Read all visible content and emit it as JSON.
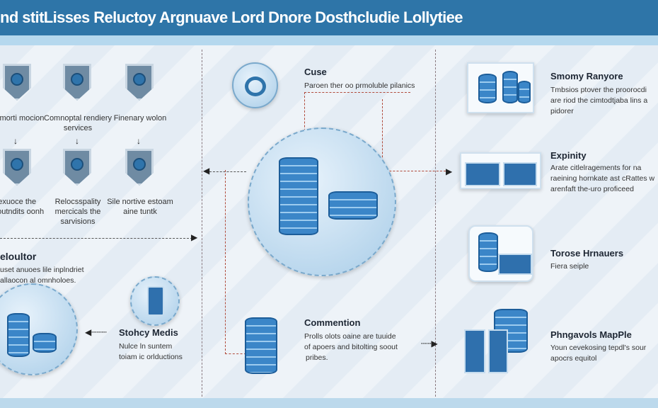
{
  "header": {
    "title": "nd stitLisses Reluctoy Argnuave Lord Dnore Dosthcludie Lollytiee"
  },
  "left": {
    "row1": [
      {
        "label": "Diltmorti mocion",
        "icon": "globe-icon"
      },
      {
        "label": "Comnoptal rendiery services",
        "icon": "network-icon"
      },
      {
        "label": "Finenary wolon",
        "icon": "leaf-icon"
      }
    ],
    "row2": [
      {
        "label": "lexuoce the pooutndits oonh",
        "icon": "machine-icon"
      },
      {
        "label": "Relocsspality mercicals the sarvisions",
        "icon": "triangle-icon"
      },
      {
        "label": "Sile nortive estoam aine tuntk",
        "icon": "device-icon"
      }
    ],
    "section": {
      "title": "eloultor",
      "text1": "uset anuoes lile inplndriet",
      "text2": "allaocon al omnholoes."
    },
    "storage": {
      "title": "Stohcy Medis",
      "text1": "Nulce ln suntem",
      "text2": "toiam ic orlductions"
    }
  },
  "center": {
    "case": {
      "title": "Cuse",
      "text": "Paroen ther oo prmoluble pilanics"
    },
    "commention": {
      "title": "Commention",
      "text1": "Prolls olots oaine are tuuide",
      "text2": "of apoers and bitolting soout",
      "text3": "pribes."
    }
  },
  "right": [
    {
      "title": "Smomy Ranyore",
      "lines": [
        "Tmbsios ptover the proorocdi",
        "are riod the cimtodtjaba lins a",
        "pidorer"
      ]
    },
    {
      "title": "Expinity",
      "lines": [
        "Arate citlelragements for na",
        "raeining hornkate ast cRattes w",
        "arenfaft the-uro proficeed"
      ]
    },
    {
      "title": "Torose Hrnauers",
      "lines": [
        "Fiera seiple"
      ]
    },
    {
      "title": "Phngavols MapPle",
      "lines": [
        "Youn cevekosing tepdl's sour",
        "apocrs equitol"
      ]
    }
  ]
}
